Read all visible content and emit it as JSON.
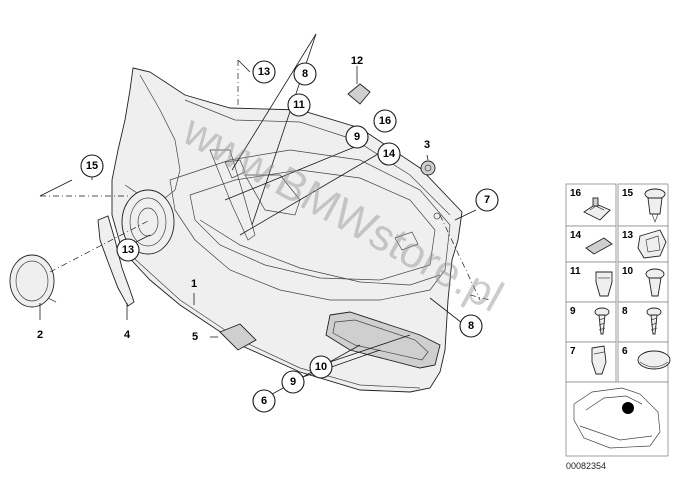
{
  "callouts": {
    "c13a": "13",
    "c8a": "8",
    "c11": "11",
    "c12": "12",
    "c9a": "9",
    "c16": "16",
    "c3": "3",
    "c14": "14",
    "c15": "15",
    "c7": "7",
    "c13b": "13",
    "c1": "1",
    "c2": "2",
    "c4": "4",
    "c5": "5",
    "c8b": "8",
    "c10": "10",
    "c9b": "9",
    "c6": "6"
  },
  "legend": [
    {
      "label": "16"
    },
    {
      "label": "15"
    },
    {
      "label": "14"
    },
    {
      "label": "13"
    },
    {
      "label": "11"
    },
    {
      "label": "10"
    },
    {
      "label": "9"
    },
    {
      "label": "8"
    },
    {
      "label": "7"
    },
    {
      "label": "6"
    }
  ],
  "watermark": "www.BMWstore.pl",
  "image_code": "00082354",
  "colors": {
    "line": "#1a1a1a",
    "panel_fill": "#efefef",
    "watermark": "#9a9a9a"
  }
}
